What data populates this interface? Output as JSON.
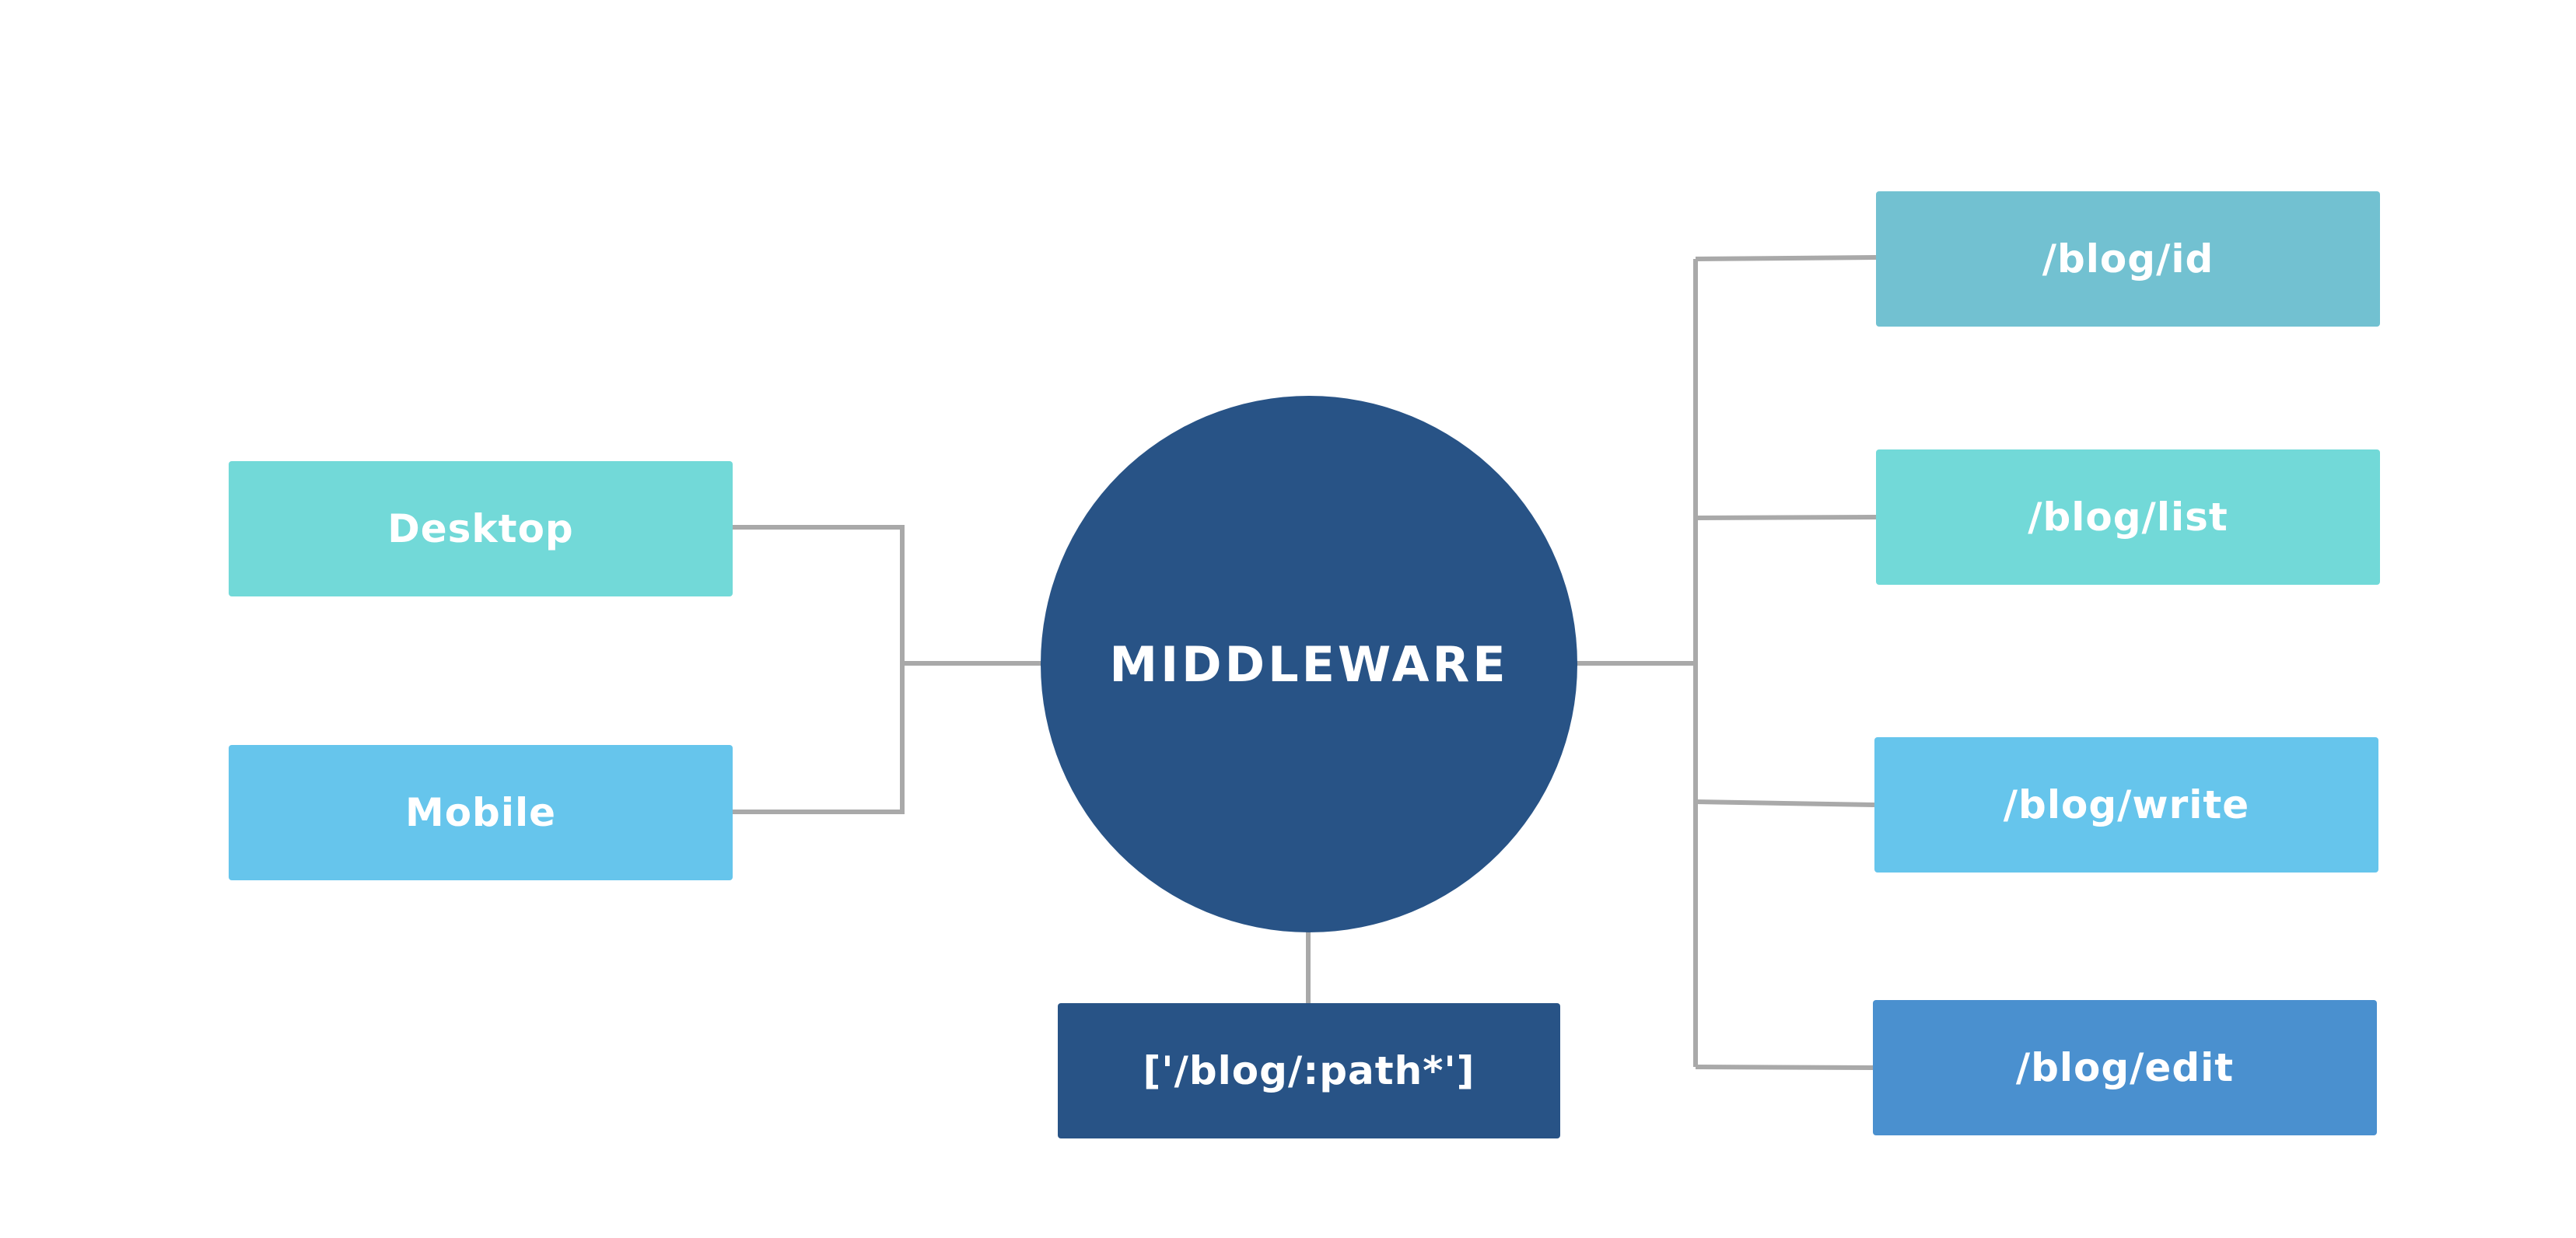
{
  "colors": {
    "connector": "#a9a9a9",
    "hub": "#285386",
    "desktop": "#72d9d8",
    "mobile": "#66c5ec",
    "blog_id": "#72c1d1",
    "blog_list": "#72d9d8",
    "blog_write": "#66c5ec",
    "blog_edit": "#4a90cf",
    "pattern": "#285386"
  },
  "diagram": {
    "hub": {
      "label": "MIDDLEWARE"
    },
    "clients": [
      {
        "label": "Desktop"
      },
      {
        "label": "Mobile"
      }
    ],
    "pattern": {
      "label": "['/blog/:path*']"
    },
    "routes": [
      {
        "label": "/blog/id"
      },
      {
        "label": "/blog/list"
      },
      {
        "label": "/blog/write"
      },
      {
        "label": "/blog/edit"
      }
    ]
  }
}
